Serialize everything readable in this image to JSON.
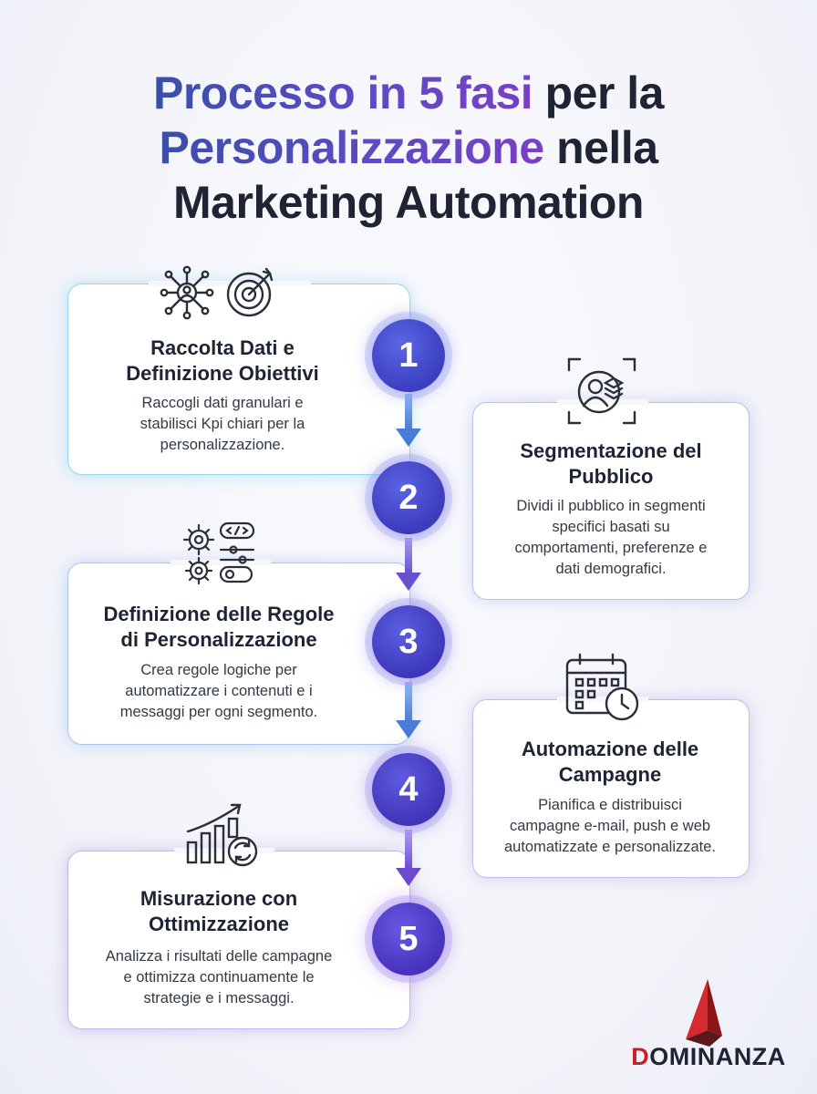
{
  "title": {
    "line1_colored": "Processo in 5 fasi",
    "line1_rest": "per la",
    "line2_colored": "Personalizzazione",
    "line2_rest": "nella",
    "line3": "Marketing Automation"
  },
  "steps": [
    {
      "number": "1",
      "heading_lines": [
        "Raccolta Dati e",
        "Definizione Obiettivi"
      ],
      "description_lines": [
        "Raccogli dati granulari e",
        "stabilisci Kpi chiari per la",
        "personalizzazione."
      ],
      "icons": [
        "network-user-icon",
        "target-icon"
      ]
    },
    {
      "number": "2",
      "heading_lines": [
        "Segmentazione del",
        "Pubblico"
      ],
      "description_lines": [
        "Dividi il pubblico in segmenti",
        "specifici basati su",
        "comportamenti, preferenze e",
        "dati demografici."
      ],
      "icons": [
        "audience-segment-icon"
      ]
    },
    {
      "number": "3",
      "heading_lines": [
        "Definizione delle Regole",
        "di Personalizzazione"
      ],
      "description_lines": [
        "Crea regole logiche per",
        "automatizzare i contenuti e i",
        "messaggi per ogni segmento."
      ],
      "icons": [
        "gears-code-icon",
        "sliders-toggle-icon"
      ]
    },
    {
      "number": "4",
      "heading_lines": [
        "Automazione delle",
        "Campagne"
      ],
      "description_lines": [
        "Pianifica e distribuisci",
        "campagne e-mail, push e web",
        "automatizzate e personalizzate."
      ],
      "icons": [
        "calendar-clock-icon"
      ]
    },
    {
      "number": "5",
      "heading_lines": [
        "Misurazione con",
        "Ottimizzazione"
      ],
      "description_lines": [
        "Analizza i risultati delle campagne",
        "e ottimizza continuamente le",
        "strategie e i messaggi."
      ],
      "icons": [
        "growth-chart-refresh-icon"
      ]
    }
  ],
  "brand": {
    "initial": "D",
    "rest": "OMINANZA",
    "logo_icon": "dominanza-logo-icon"
  },
  "colors": {
    "title_gradient_start": "#3a4fa8",
    "title_gradient_end": "#7a3fc4",
    "circle_blue": "#3b3fbf",
    "brand_red": "#c8202a"
  }
}
